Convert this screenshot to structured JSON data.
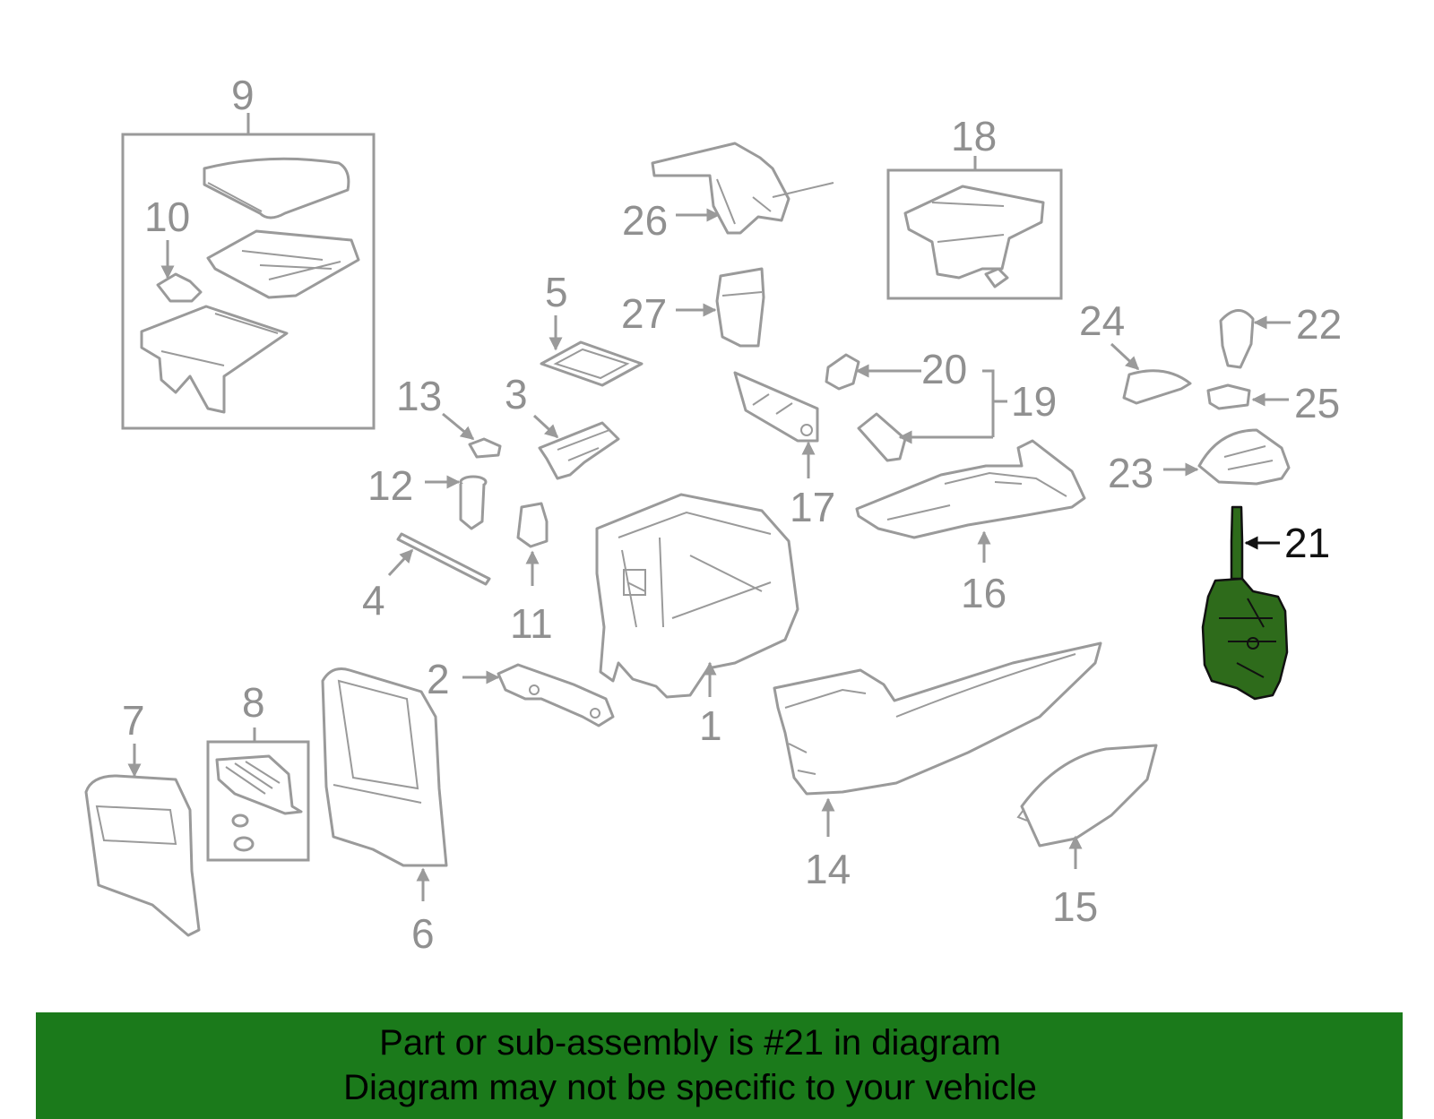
{
  "callouts": [
    "1",
    "2",
    "3",
    "4",
    "5",
    "6",
    "7",
    "8",
    "9",
    "10",
    "11",
    "12",
    "13",
    "14",
    "15",
    "16",
    "17",
    "18",
    "19",
    "20",
    "21",
    "22",
    "23",
    "24",
    "25",
    "26",
    "27"
  ],
  "highlighted_part": "21",
  "banner": {
    "line1": "Part or sub-assembly is #21 in diagram",
    "line2": "Diagram may not be specific to your vehicle"
  },
  "colors": {
    "banner_bg": "#1b7a1b",
    "highlight_fill": "#2e6b1b",
    "part_stroke": "#9a9a9a",
    "label_gray": "#909090"
  }
}
